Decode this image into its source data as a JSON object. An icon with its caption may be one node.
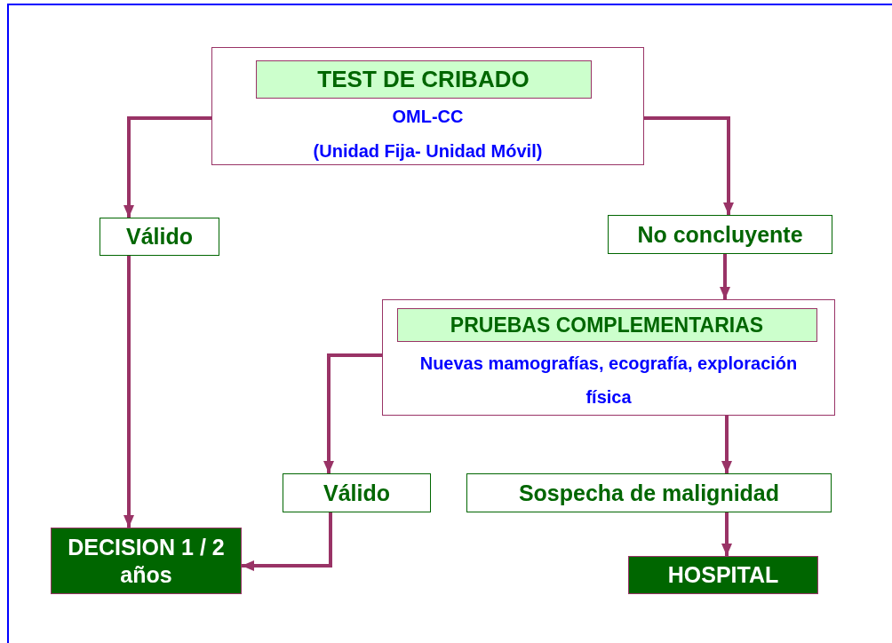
{
  "diagram": {
    "nodes": [
      {
        "text": [
          "OML-CC",
          "(Unidad Fija- Unidad Móvil)"
        ]
      },
      {
        "text": [
          "TEST DE CRIBADO"
        ],
        "in": 0
      },
      {
        "text": [
          "Válido"
        ]
      },
      {
        "text": [
          "No concluyente"
        ]
      },
      {
        "text": [
          "Nuevas mamografías, ecografía, exploración física"
        ]
      },
      {
        "text": [
          "PRUEBAS COMPLEMENTARIAS"
        ],
        "in": 4
      },
      {
        "text": [
          "Válido"
        ]
      },
      {
        "text": [
          "Sospecha de malignidad"
        ]
      },
      {
        "text": [
          "DECISION 1 / 2 años"
        ]
      },
      {
        "text": [
          "HOSPITAL"
        ]
      }
    ],
    "edges": [
      {
        "from": 0,
        "to": 2,
        "arrow": "to"
      },
      {
        "from": 0,
        "to": 3,
        "arrow": "to"
      },
      {
        "from": 3,
        "to": 4,
        "arrow": "to"
      },
      {
        "from": 4,
        "to": 6,
        "arrow": "to"
      },
      {
        "from": 2,
        "to": 8,
        "arrow": "to"
      },
      {
        "from": 6,
        "to": 8,
        "arrow": "to"
      },
      {
        "from": 4,
        "to": 7,
        "arrow": "to"
      },
      {
        "from": 7,
        "to": 9,
        "arrow": "to"
      }
    ]
  }
}
